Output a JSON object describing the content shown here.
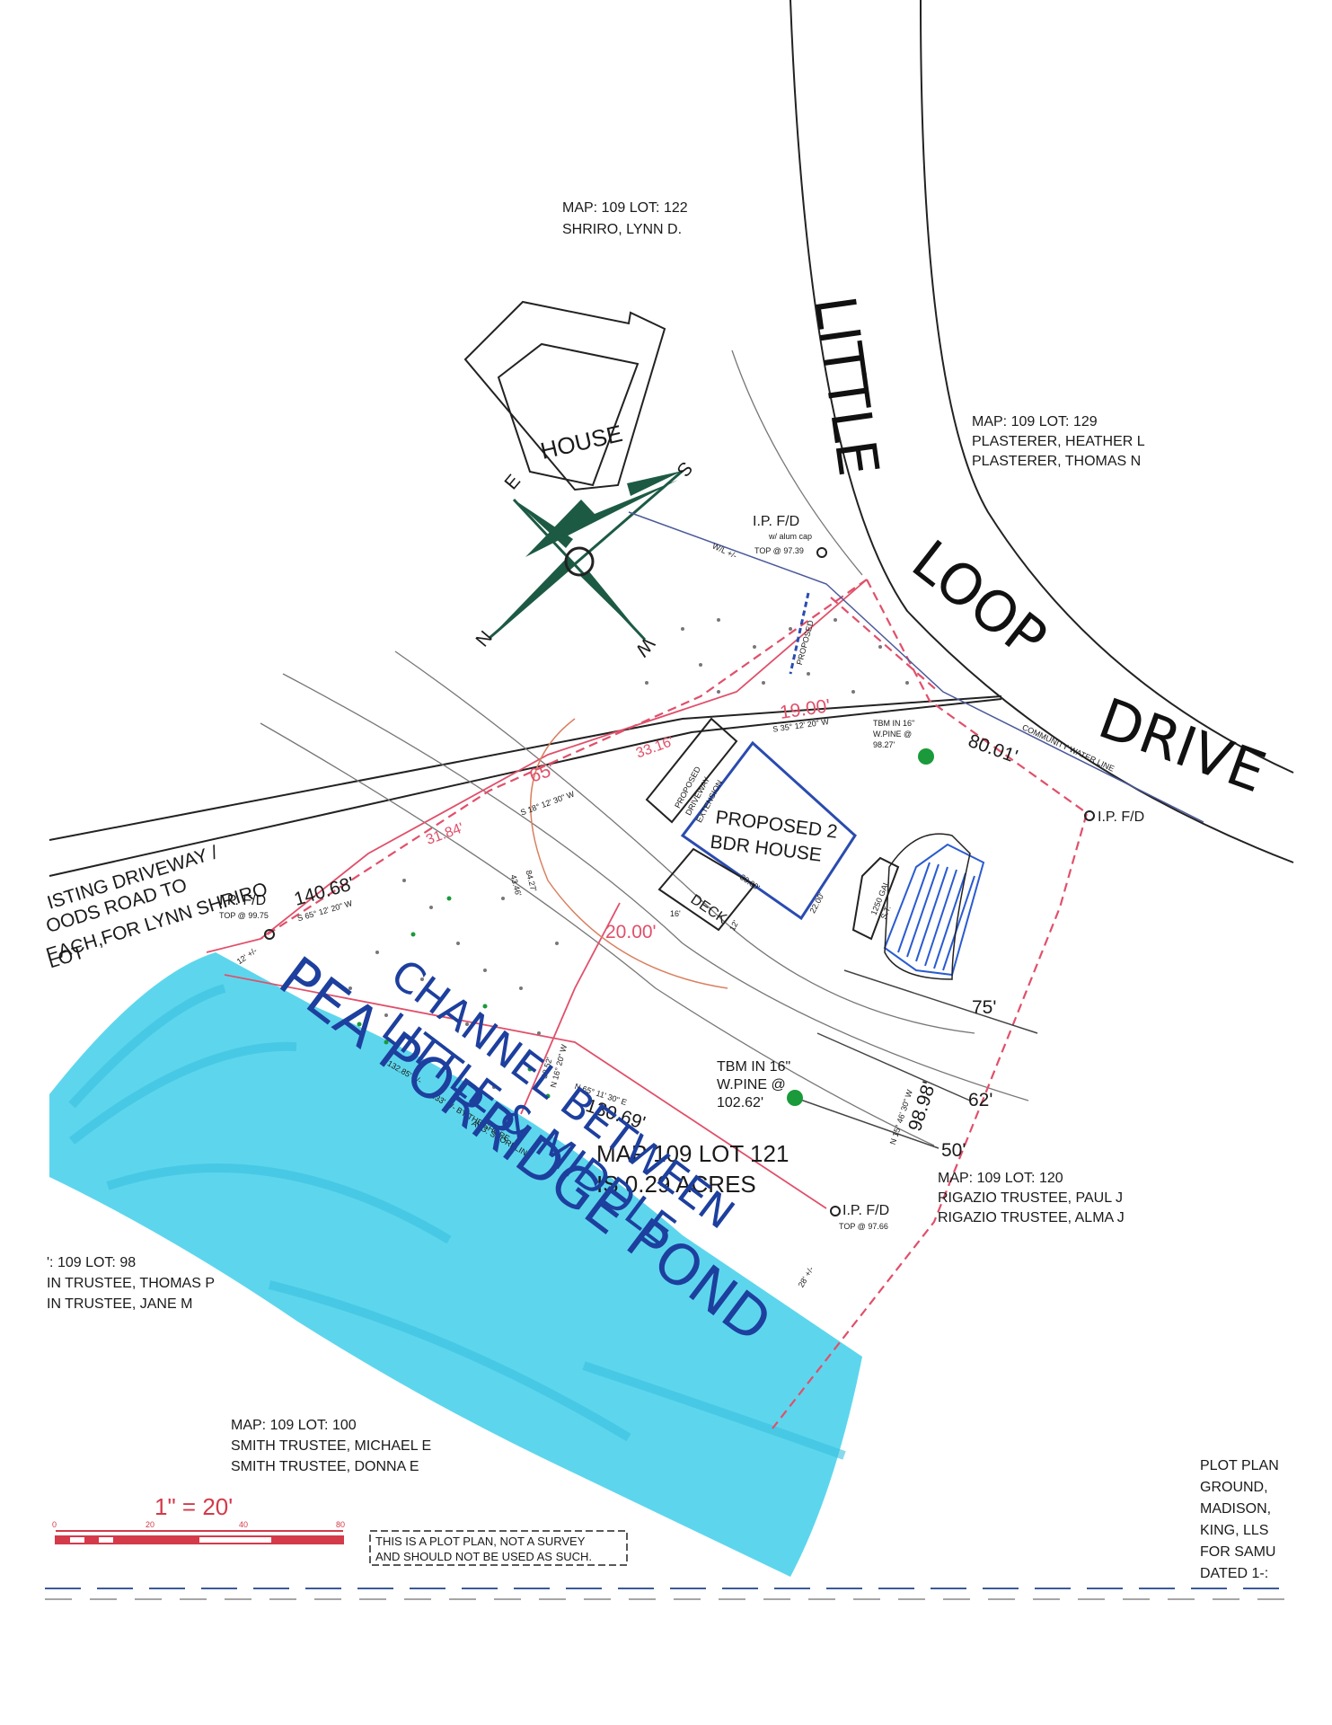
{
  "parcels": {
    "north": {
      "map_lot": "MAP: 109 LOT: 122",
      "owner": "SHRIRO, LYNN D."
    },
    "east": {
      "map_lot": "MAP: 109 LOT: 129",
      "owner1": "PLASTERER, HEATHER L",
      "owner2": "PLASTERER, THOMAS N"
    },
    "south_east": {
      "map_lot": "MAP: 109 LOT: 120",
      "owner1": "RIGAZIO TRUSTEE, PAUL J",
      "owner2": "RIGAZIO TRUSTEE, ALMA J"
    },
    "west": {
      "map_lot": "': 109 LOT: 98",
      "owner1": "IN TRUSTEE, THOMAS P",
      "owner2": "IN TRUSTEE, JANE M"
    },
    "south": {
      "map_lot": "MAP: 109 LOT: 100",
      "owner1": "SMITH TRUSTEE, MICHAEL E",
      "owner2": "SMITH TRUSTEE, DONNA E"
    }
  },
  "road": {
    "word1": "LITTLE",
    "word2": "LOOP",
    "word3": "DRIVE"
  },
  "existing_house": "HOUSE",
  "proposed_house": {
    "line1": "PROPOSED 2",
    "line2": "BDR HOUSE"
  },
  "deck": "DECK",
  "driveway_extension": {
    "line1": "PROPOSED",
    "line2": "DRIVEWAY",
    "line3": "EXTENSION"
  },
  "existing_driveway": {
    "line1": "ISTING DRIVEWAY /",
    "line2": "OODS ROAD TO",
    "line3": "EACH,FOR LYNN SHRIRO",
    "line4": "LOT"
  },
  "lot_summary": {
    "line1": "MAP 109 LOT 121",
    "line2": "IS 0.29 ACRES"
  },
  "iron_pins": {
    "north": {
      "label": "I.P. F/D",
      "note1": "w/ alum cap",
      "note2": "TOP @ 97.39"
    },
    "west": {
      "label": "I.P. F/D",
      "note": "TOP @ 99.75"
    },
    "east": {
      "label": "I.P. F/D"
    },
    "south": {
      "label": "I.P. F/D",
      "note": "TOP @ 97.66"
    }
  },
  "tbm": {
    "upper": {
      "line1": "TBM IN 16\"",
      "line2": "W.PINE @",
      "line3": "98.27'"
    },
    "lower": {
      "line1": "TBM IN 16\"",
      "line2": "W.PINE @",
      "line3": "102.62'"
    }
  },
  "bearings": {
    "north_line": {
      "distance": "19.00'",
      "bearing": "S 35° 12' 20\" W"
    },
    "north_west": {
      "distance": "33.16'",
      "bearing": "S 18° 12' 30\" W"
    },
    "north_west_label": "65'",
    "west_line": {
      "distance": "140.68'",
      "bearing": "S 65° 12' 20\" W"
    },
    "road_frontage": "80.01'",
    "mid_line": {
      "distance": "130.69'",
      "bearing": "N 65° 11' 30\" E"
    },
    "east_line": {
      "distance": "98.98'",
      "bearing": "N 15° 46' 30\" W"
    },
    "west_partial": "31.84'",
    "west_curve": "84.27'",
    "west_curve2": "43.46'",
    "setback": "20.00'",
    "dim_30": "30.00'",
    "dim_22": "22.00'",
    "dim_16": "16'",
    "dim_12_deck": "12'",
    "tie_12": "12' +/-",
    "tie_28": "28' +/-",
    "inner_distance": "38.52'",
    "inner_bearing": "N 16° 20\" W",
    "shore_distance": "132.85' +/-",
    "shore_note": "133' +/- BY THE SHORE",
    "avg_shoreline": "AVG. SHORELINE"
  },
  "utility": {
    "wl": "W/L +/-",
    "water": "COMMUNITY WATER LINE",
    "septic1": "1250 GAL",
    "septic2": "S.T.",
    "proposed_well": "PROPOSED"
  },
  "buffers": {
    "b75": "75'",
    "b62": "62'",
    "b50": "50'"
  },
  "compass": {
    "n": "N",
    "s": "S",
    "e": "E",
    "w": "W"
  },
  "pond": {
    "line1": "CHANNEL BETWEEN",
    "line2": "LITTLE & MIDDLE",
    "line3": "PEA PORRIDGE POND"
  },
  "scale": {
    "label": "1\" = 20'",
    "ticks": [
      "0",
      "20",
      "40",
      "80"
    ]
  },
  "disclaimer": {
    "line1": "THIS IS A PLOT PLAN, NOT A SURVEY",
    "line2": "AND SHOULD NOT BE USED AS SUCH."
  },
  "title_block": {
    "line1": "PLOT PLAN",
    "line2": "GROUND, ",
    "line3": "MADISON,",
    "line4": "KING, LLS",
    "line5": "FOR SAMU",
    "line6": "DATED 1-:"
  },
  "colors": {
    "pond": "#4fd3ec",
    "pond_text": "#1d3f9e",
    "boundary": "#e0506a",
    "tree": "#1a9a3a",
    "leach": "#2a5bd0",
    "compass": "#1d5a44"
  }
}
